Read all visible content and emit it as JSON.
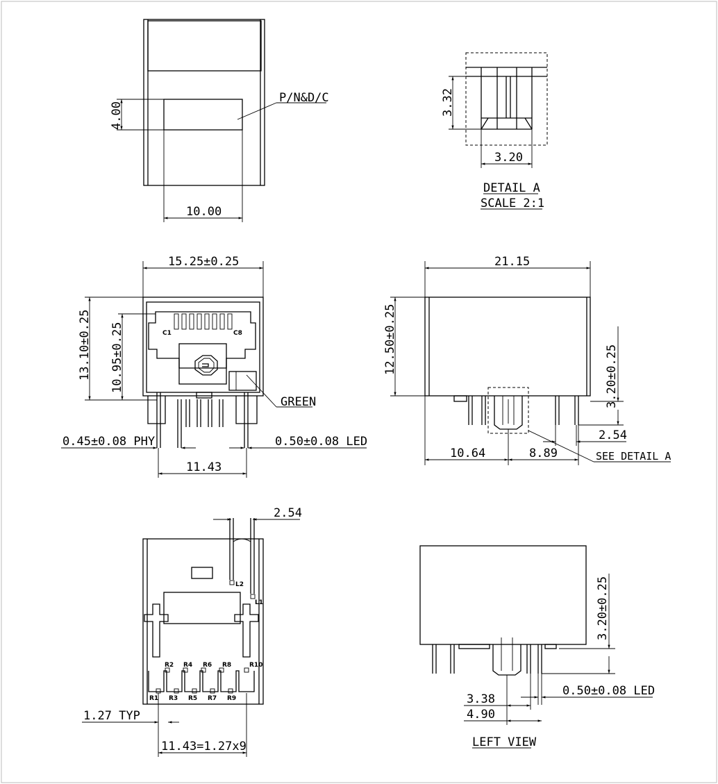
{
  "top_view": {
    "dim_width": "10.00",
    "dim_height": "4.00",
    "label_area": "P/N&D/C"
  },
  "detail_a": {
    "dim_height": "3.32",
    "dim_width": "3.20",
    "title": "DETAIL A",
    "scale": "SCALE 2:1"
  },
  "front_view": {
    "dim_width": "15.25±0.25",
    "dim_height_total": "13.10±0.25",
    "dim_height_port": "10.95±0.25",
    "pin_c1": "C1",
    "pin_c8": "C8",
    "led_color": "GREEN",
    "phy_pin": "0.45±0.08 PHY",
    "led_pin": "0.50±0.08 LED",
    "pin_span": "11.43"
  },
  "side_view": {
    "dim_length": "21.15",
    "dim_height": "12.50±0.25",
    "dim_standoff": "3.20±0.25",
    "dim_pitch": "2.54",
    "dim_left": "10.64",
    "dim_right": "8.89",
    "callout": "SEE DETAIL A"
  },
  "bottom_view": {
    "dim_led_pitch": "2.54",
    "led_l1": "L1",
    "led_l2": "L2",
    "row_labels_top": [
      "R2",
      "R4",
      "R6",
      "R8",
      "R10"
    ],
    "row_labels_bottom": [
      "R1",
      "R3",
      "R5",
      "R7",
      "R9"
    ],
    "pitch_typ": "1.27 TYP",
    "pin_span": "11.43=1.27x9"
  },
  "left_view": {
    "dim_standoff": "3.20±0.25",
    "led_pin": "0.50±0.08 LED",
    "dim_a": "3.38",
    "dim_b": "4.90",
    "title": "LEFT VIEW"
  }
}
